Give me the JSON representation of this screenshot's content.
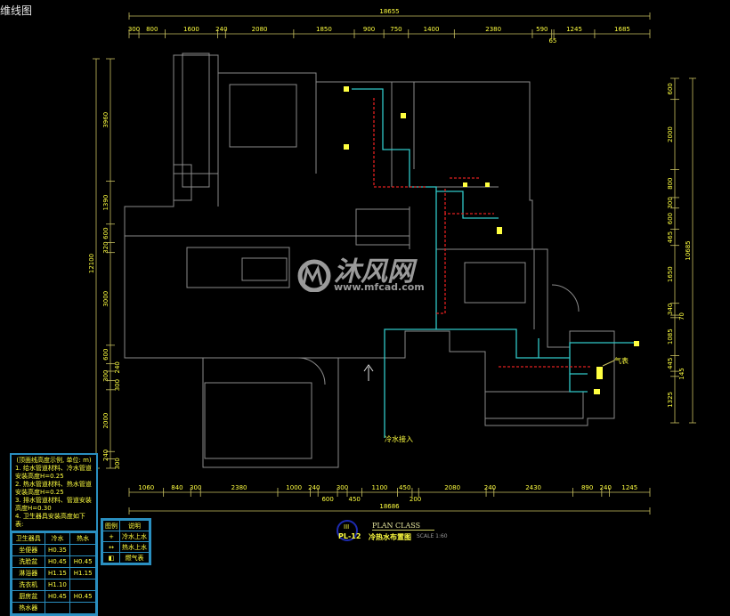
{
  "window": {
    "corner_title": "维线图"
  },
  "dimensions": {
    "top": {
      "total": "18655",
      "segments": [
        "300",
        "800",
        "1600",
        "240",
        "2080",
        "1850",
        "900",
        "750",
        "1400",
        "2380",
        "590",
        "65",
        "1245",
        "1685"
      ]
    },
    "bottom": {
      "total": "18686",
      "segments": [
        "1060",
        "840",
        "300",
        "2380",
        "1000",
        "240",
        "600",
        "300",
        "450",
        "1100",
        "450",
        "200",
        "2080",
        "240",
        "2430",
        "890",
        "240",
        "1245"
      ]
    },
    "right": {
      "total": "10685",
      "segments": [
        "600",
        "2000",
        "800",
        "300",
        "600",
        "465",
        "1650",
        "340",
        "70",
        "1085",
        "445",
        "145",
        "1325"
      ]
    },
    "left": {
      "total": "12100",
      "segments": [
        "3960",
        "1390",
        "600",
        "320",
        "3000",
        "600",
        "240",
        "300",
        "300",
        "2000",
        "240",
        "300"
      ]
    }
  },
  "annotations": {
    "cold_water_inlet": "冷水接入",
    "gas_meter": "气表"
  },
  "legend": {
    "note_title": "(顶面线高度示例, 单位: m)",
    "notes": [
      "1. 给水管道材料、冷水管道安装高度H=0.25",
      "2. 热水管道材料、热水管道安装高度H=0.25",
      "3. 排水管道材料、管道安装高度H=0.30",
      "4. 卫生器具安装高度如下表:"
    ],
    "headers": [
      "卫生器具",
      "冷水",
      "热水"
    ],
    "rows": [
      [
        "坐便器",
        "H0.35",
        ""
      ],
      [
        "洗脸盆",
        "H0.45",
        "H0.45"
      ],
      [
        "淋浴器",
        "H1.15",
        "H1.15"
      ],
      [
        "洗衣机",
        "H1.10",
        ""
      ],
      [
        "厨房盆",
        "H0.45",
        "H0.45"
      ],
      [
        "热水器",
        "",
        ""
      ]
    ]
  },
  "legend2": {
    "headers": [
      "图例",
      "说明"
    ],
    "rows": [
      [
        "+",
        "冷水上水"
      ],
      [
        "↔",
        "热水上水"
      ],
      [
        "◧",
        "燃气表"
      ]
    ]
  },
  "title_block": {
    "number": "III",
    "class_label": "PLAN CLASS",
    "code": "PL-12",
    "name": "冷热水布置图",
    "scale": "SCALE 1:60"
  },
  "watermark": {
    "brand_cn": "沐风网",
    "url": "www.mfcad.com"
  },
  "colors": {
    "background": "#000000",
    "dimension": "#c8c060",
    "dim_text": "#ffff40",
    "wall": "#8a8a8a",
    "cold_pipe": "#30c8c8",
    "hot_pipe": "#e02020",
    "legend_border": "#2a8fc0"
  }
}
